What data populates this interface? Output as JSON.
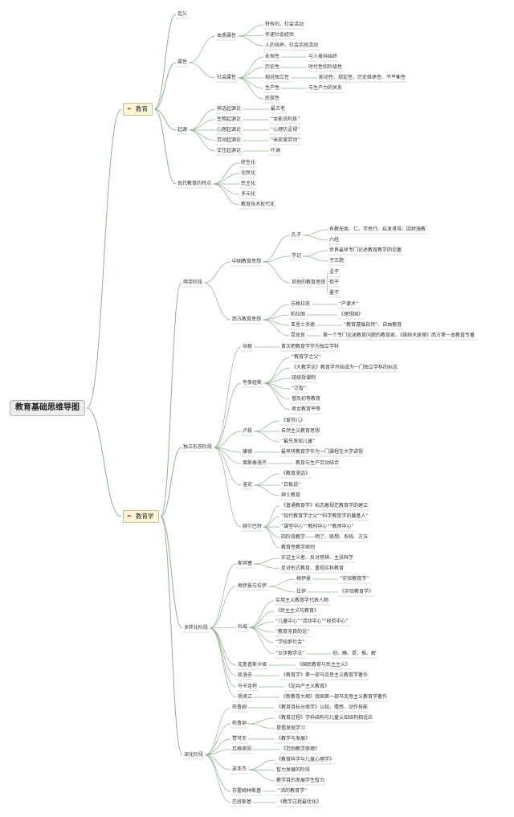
{
  "root": {
    "id": "root",
    "label": "教育基础思维导图"
  },
  "hubs": [
    {
      "id": "jy",
      "label": "教育",
      "icon": "tools-icon"
    },
    {
      "id": "jyx",
      "label": "教育学",
      "icon": "tools-icon"
    }
  ],
  "nodes": [
    {
      "id": "a1",
      "parent": "jy",
      "label": "定义"
    },
    {
      "id": "a2",
      "parent": "jy",
      "label": "属性"
    },
    {
      "id": "a3",
      "parent": "a2",
      "label": "本质属性"
    },
    {
      "id": "a4",
      "parent": "a3",
      "label": "特有的、社会活动"
    },
    {
      "id": "a5",
      "parent": "a3",
      "label": "传递社会经验"
    },
    {
      "id": "a6",
      "parent": "a3",
      "label": "人的培养、社会实践活动"
    },
    {
      "id": "a7",
      "parent": "a2",
      "label": "社会属性"
    },
    {
      "id": "a8",
      "parent": "a7",
      "label": "永恒性"
    },
    {
      "id": "a9",
      "parent": "a8",
      "label": "与人类共始终"
    },
    {
      "id": "a10",
      "parent": "a7",
      "label": "历史性"
    },
    {
      "id": "a11",
      "parent": "a10",
      "label": "时代性和阶级性"
    },
    {
      "id": "a12",
      "parent": "a7",
      "label": "相对独立性"
    },
    {
      "id": "a13",
      "parent": "a12",
      "label": "能动性、规定性、历史继承性、不平衡性"
    },
    {
      "id": "a14",
      "parent": "a7",
      "label": "生产性"
    },
    {
      "id": "a15",
      "parent": "a14",
      "label": "与生产力的关系"
    },
    {
      "id": "a16",
      "parent": "a7",
      "label": "民族性"
    },
    {
      "id": "a17",
      "parent": "jy",
      "label": "起源"
    },
    {
      "id": "a18",
      "parent": "a17",
      "label": "神话起源论"
    },
    {
      "id": "a19",
      "parent": "a18",
      "label": "最古老"
    },
    {
      "id": "a20",
      "parent": "a17",
      "label": "生物起源论"
    },
    {
      "id": "a21",
      "parent": "a20",
      "label": "“本能说利息”"
    },
    {
      "id": "a22",
      "parent": "a17",
      "label": "心理起源论"
    },
    {
      "id": "a23",
      "parent": "a22",
      "label": "“心理仿孟禄”"
    },
    {
      "id": "a24",
      "parent": "a17",
      "label": "劳动起源论"
    },
    {
      "id": "a25",
      "parent": "a24",
      "label": "“米凯爱劳动”"
    },
    {
      "id": "a26",
      "parent": "a17",
      "label": "交往起源论"
    },
    {
      "id": "a27",
      "parent": "a26",
      "label": "叶澜"
    },
    {
      "id": "a28",
      "parent": "jy",
      "label": "现代教育的特点"
    },
    {
      "id": "a29",
      "parent": "a28",
      "label": "终生化"
    },
    {
      "id": "a30",
      "parent": "a28",
      "label": "全民化"
    },
    {
      "id": "a31",
      "parent": "a28",
      "label": "民主化"
    },
    {
      "id": "a32",
      "parent": "a28",
      "label": "多元化"
    },
    {
      "id": "a33",
      "parent": "a28",
      "label": "教育技术现代化"
    },
    {
      "id": "b1",
      "parent": "jyx",
      "label": "萌芽阶段"
    },
    {
      "id": "b2",
      "parent": "b1",
      "label": "中国教育思想"
    },
    {
      "id": "b3",
      "parent": "b2",
      "label": "孔子"
    },
    {
      "id": "b4",
      "parent": "b3",
      "label": "有教无类、仁、学思行、启发诱导、因材施教"
    },
    {
      "id": "b5",
      "parent": "b3",
      "label": "六经"
    },
    {
      "id": "b6",
      "parent": "b2",
      "label": "学记"
    },
    {
      "id": "b7",
      "parent": "b6",
      "label": "世界最早专门论述教育教学的论著"
    },
    {
      "id": "b8",
      "parent": "b6",
      "label": "子王题"
    },
    {
      "id": "b9",
      "parent": "b2",
      "label": "其他的教育思想"
    },
    {
      "id": "b10",
      "parent": "b9",
      "label": "孟子"
    },
    {
      "id": "b11",
      "parent": "b9",
      "label": "荀子"
    },
    {
      "id": "b12",
      "parent": "b9",
      "label": "墨子"
    },
    {
      "id": "b13",
      "parent": "b1",
      "label": "西方教育思想"
    },
    {
      "id": "b14",
      "parent": "b13",
      "label": "苏格拉底"
    },
    {
      "id": "b15",
      "parent": "b14",
      "label": "“产婆术”"
    },
    {
      "id": "b16",
      "parent": "b13",
      "label": "柏拉图"
    },
    {
      "id": "b17",
      "parent": "b16",
      "label": "《理想国》"
    },
    {
      "id": "b18",
      "parent": "b13",
      "label": "亚里士多德"
    },
    {
      "id": "b19",
      "parent": "b18",
      "label": "“教育遵循自然”、自由教育"
    },
    {
      "id": "b20",
      "parent": "b13",
      "label": "昆体良"
    },
    {
      "id": "b21",
      "parent": "b20",
      "label": "第一个专门论述教育问题的教育家、《雄辩术原理》西方第一本教育专著"
    },
    {
      "id": "c1",
      "parent": "jyx",
      "label": "独立形态阶段"
    },
    {
      "id": "c2",
      "parent": "c1",
      "label": "培根"
    },
    {
      "id": "c3",
      "parent": "c2",
      "label": "首次把教育学作为独立学科"
    },
    {
      "id": "c4",
      "parent": "c1",
      "label": "夸美纽斯"
    },
    {
      "id": "c5",
      "parent": "c4",
      "label": "“教育学之父”"
    },
    {
      "id": "c6",
      "parent": "c4",
      "label": "《大教学论》教育学开始成为一门独立学科的标志"
    },
    {
      "id": "c7",
      "parent": "c4",
      "label": "班级授课制"
    },
    {
      "id": "c8",
      "parent": "c4",
      "label": "“泛智”"
    },
    {
      "id": "c9",
      "parent": "c4",
      "label": "普及初等教育"
    },
    {
      "id": "c10",
      "parent": "c4",
      "label": "男女教育平等"
    },
    {
      "id": "c11",
      "parent": "c1",
      "label": "卢梭"
    },
    {
      "id": "c12",
      "parent": "c11",
      "label": "《爱弥儿》"
    },
    {
      "id": "c13",
      "parent": "c11",
      "label": "自然主义教育思想"
    },
    {
      "id": "c14",
      "parent": "c11",
      "label": "“最先发现儿童”"
    },
    {
      "id": "c15",
      "parent": "c1",
      "label": "康德"
    },
    {
      "id": "c16",
      "parent": "c15",
      "label": "最早将教育学作为一门课程在大学讲授"
    },
    {
      "id": "c17",
      "parent": "c1",
      "label": "裴斯泰洛齐"
    },
    {
      "id": "c18",
      "parent": "c17",
      "label": "教育与生产劳动结合"
    },
    {
      "id": "c19",
      "parent": "c1",
      "label": "洛克"
    },
    {
      "id": "c20",
      "parent": "c19",
      "label": "《教育漫话》"
    },
    {
      "id": "c21",
      "parent": "c19",
      "label": "“白板说”"
    },
    {
      "id": "c22",
      "parent": "c19",
      "label": "绅士教育"
    },
    {
      "id": "c23",
      "parent": "c1",
      "label": "赫尔巴特"
    },
    {
      "id": "c24",
      "parent": "c23",
      "label": "《普通教育学》标志着规范教育学的建立"
    },
    {
      "id": "c25",
      "parent": "c23",
      "label": "“现代教育学之父”“科学教育学的奠基人”"
    },
    {
      "id": "c26",
      "parent": "c23",
      "label": "“课堂中心”“教材中心”“教师中心”"
    },
    {
      "id": "c27",
      "parent": "c23",
      "label": "四阶段教学——明了、联想、系统、方法"
    },
    {
      "id": "c28",
      "parent": "c23",
      "label": "教育性教学原则"
    },
    {
      "id": "d1",
      "parent": "jyx",
      "label": "多样化阶段"
    },
    {
      "id": "d2",
      "parent": "d1",
      "label": "斯宾塞"
    },
    {
      "id": "d3",
      "parent": "d2",
      "label": "实证主义者、反对思辨、主张科学"
    },
    {
      "id": "d4",
      "parent": "d2",
      "label": "反对形式教育、重视实科教育"
    },
    {
      "id": "d5",
      "parent": "d1",
      "label": "梅伊曼与拉伊"
    },
    {
      "id": "d6",
      "parent": "d5",
      "label": "梅伊曼"
    },
    {
      "id": "d7",
      "parent": "d6",
      "label": "“实验教育学”"
    },
    {
      "id": "d8",
      "parent": "d5",
      "label": "拉伊"
    },
    {
      "id": "d9",
      "parent": "d8",
      "label": "《实验教育学》"
    },
    {
      "id": "d10",
      "parent": "d1",
      "label": "杜威"
    },
    {
      "id": "d11",
      "parent": "d10",
      "label": "实用主义教育学代表人物"
    },
    {
      "id": "d12",
      "parent": "d10",
      "label": "《民主主义与教育》"
    },
    {
      "id": "d13",
      "parent": "d10",
      "label": "“儿童中心”“活动中心”“经验中心”"
    },
    {
      "id": "d14",
      "parent": "d10",
      "label": "“教育无目的论”"
    },
    {
      "id": "d15",
      "parent": "d10",
      "label": "“学校即社会”"
    },
    {
      "id": "d16",
      "parent": "d10",
      "label": "“五步教学法”"
    },
    {
      "id": "d17",
      "parent": "d16",
      "label": "创、确、提、推、解"
    },
    {
      "id": "d18",
      "parent": "d1",
      "label": "克鲁普斯卡娅"
    },
    {
      "id": "d19",
      "parent": "d18",
      "label": "《国民教育与民主主义》"
    },
    {
      "id": "d20",
      "parent": "d1",
      "label": "凯洛夫"
    },
    {
      "id": "d21",
      "parent": "d20",
      "label": "《教育学》第一部马克思主义教育学著作"
    },
    {
      "id": "d22",
      "parent": "d1",
      "label": "马卡连柯"
    },
    {
      "id": "d23",
      "parent": "d22",
      "label": "《论共产主义教育》"
    },
    {
      "id": "d24",
      "parent": "d1",
      "label": "杨贤江"
    },
    {
      "id": "d25",
      "parent": "d24",
      "label": "《新教育大纲》我国第一部马克思主义教育学著作"
    },
    {
      "id": "e1",
      "parent": "jyx",
      "label": "深化阶段"
    },
    {
      "id": "e2",
      "parent": "e1",
      "label": "布鲁姆"
    },
    {
      "id": "e3",
      "parent": "e2",
      "label": "《教育目标分类学》认知、情感、动作技能"
    },
    {
      "id": "e4",
      "parent": "e1",
      "label": "布鲁纳"
    },
    {
      "id": "e5",
      "parent": "e4",
      "label": "《教育过程》学科结构与儿童认知结构相适应"
    },
    {
      "id": "e6",
      "parent": "e4",
      "label": "提倡发现学习"
    },
    {
      "id": "e7",
      "parent": "e1",
      "label": "赞可夫"
    },
    {
      "id": "e8",
      "parent": "e7",
      "label": "《教学与发展》"
    },
    {
      "id": "e9",
      "parent": "e1",
      "label": "瓦根舍因"
    },
    {
      "id": "e10",
      "parent": "e9",
      "label": "《范例教学原理》"
    },
    {
      "id": "e11",
      "parent": "e1",
      "label": "皮亚杰"
    },
    {
      "id": "e12",
      "parent": "e11",
      "label": "《教育科学与儿童心理学》"
    },
    {
      "id": "e13",
      "parent": "e11",
      "label": "智力发展的阶段"
    },
    {
      "id": "e14",
      "parent": "e11",
      "label": "教学目的发展学生智力"
    },
    {
      "id": "e15",
      "parent": "e1",
      "label": "苏霍姆林斯基"
    },
    {
      "id": "e16",
      "parent": "e15",
      "label": "“活的教育学”"
    },
    {
      "id": "e17",
      "parent": "e1",
      "label": "巴班斯基"
    },
    {
      "id": "e18",
      "parent": "e17",
      "label": "《教学过程最优化》"
    }
  ]
}
